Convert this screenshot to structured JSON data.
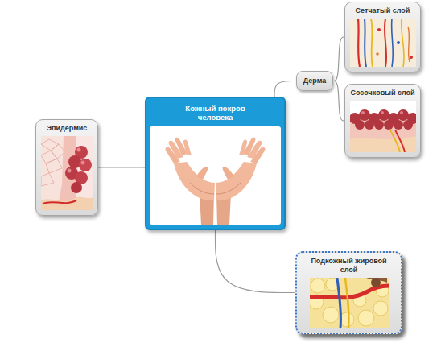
{
  "diagram": {
    "nodes": [
      {
        "text": [
          "Кожный покров человека"
        ]
      },
      {
        "text": [
          "Эпидермис"
        ]
      },
      {
        "text": [
          "Дерма"
        ]
      },
      {
        "text": [
          "Сетчатый слой"
        ]
      },
      {
        "text": [
          "Сосочковый слой"
        ]
      },
      {
        "text": [
          "Подкожный жировой слой"
        ]
      }
    ],
    "edges": [
      {
        "from": 0,
        "to": 1,
        "arrow": "none"
      },
      {
        "from": 0,
        "to": 2,
        "arrow": "none"
      },
      {
        "from": 2,
        "to": 3,
        "arrow": "none"
      },
      {
        "from": 2,
        "to": 4,
        "arrow": "none"
      },
      {
        "from": 0,
        "to": 5,
        "arrow": "none"
      }
    ]
  }
}
